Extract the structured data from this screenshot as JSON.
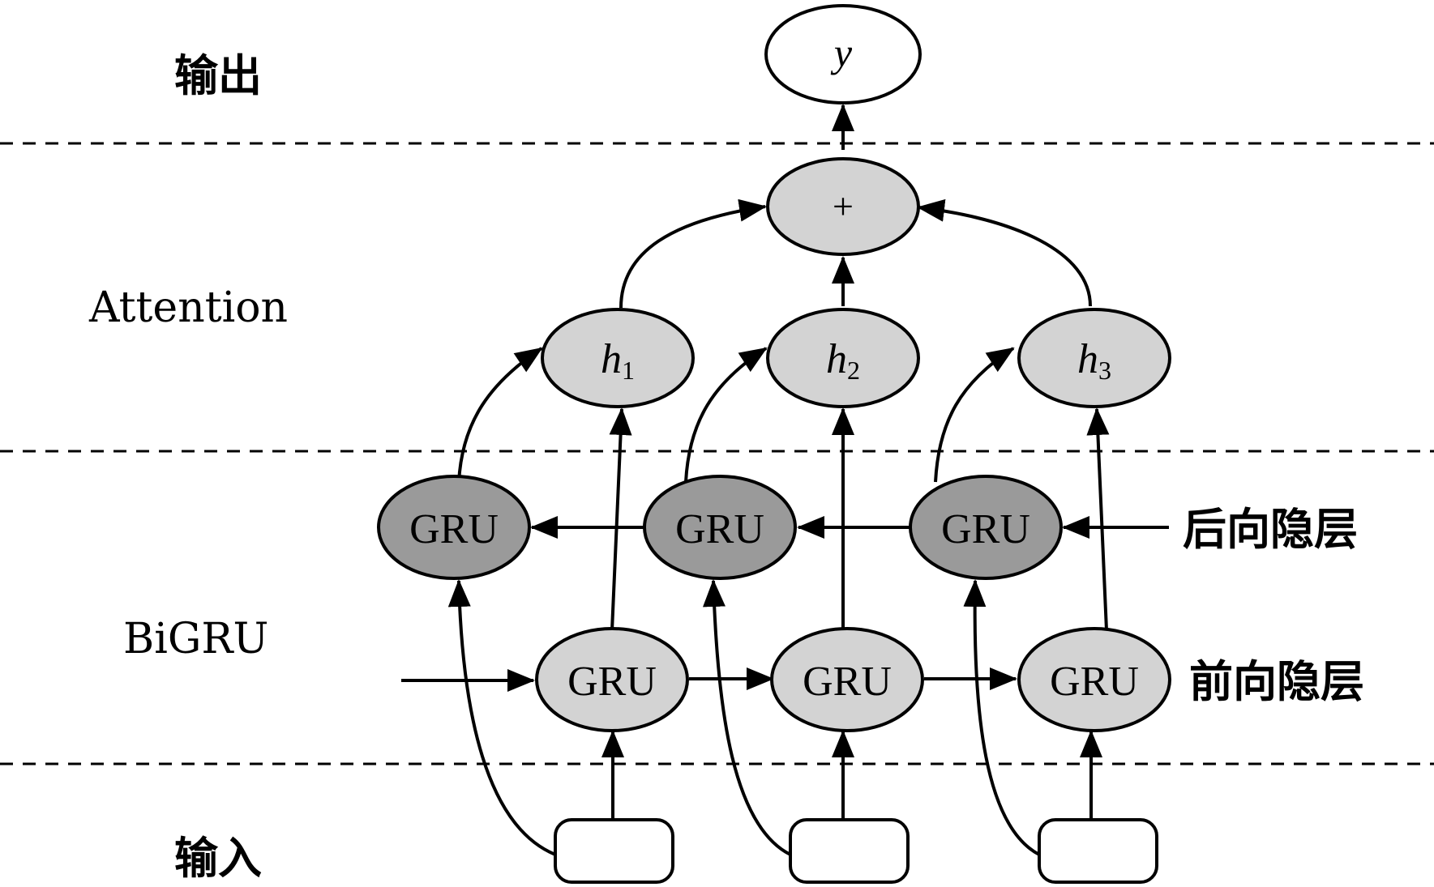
{
  "layers": {
    "output": "输出",
    "attention": "Attention",
    "bigru": "BiGRU",
    "input": "输入"
  },
  "side_labels": {
    "backward": "后向隐层",
    "forward": "前向隐层"
  },
  "nodes": {
    "output": "y",
    "sum": "+",
    "hidden": [
      {
        "base": "h",
        "sub": "1"
      },
      {
        "base": "h",
        "sub": "2"
      },
      {
        "base": "h",
        "sub": "3"
      }
    ],
    "backward_gru": [
      "GRU",
      "GRU",
      "GRU"
    ],
    "forward_gru": [
      "GRU",
      "GRU",
      "GRU"
    ]
  },
  "colors": {
    "background": "#ffffff",
    "line": "#000000",
    "light_node": "#d3d3d3",
    "dark_node": "#9a9a9a",
    "white_node": "#ffffff"
  }
}
